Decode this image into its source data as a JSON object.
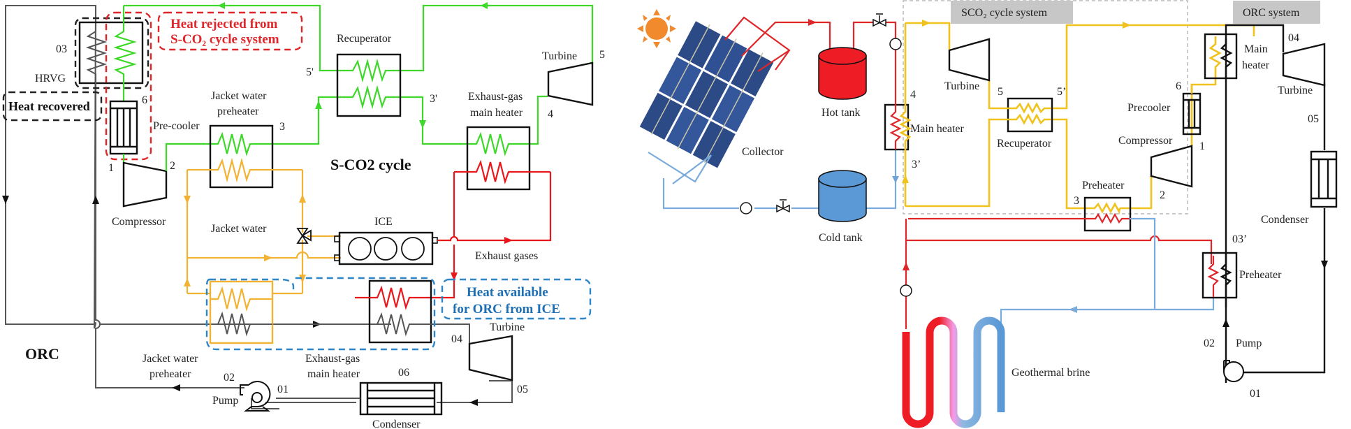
{
  "figure_left": {
    "title_cycle": "S-CO2 cycle",
    "title_orc": "ORC",
    "callouts": {
      "heat_rejected_line1": "Heat rejected from",
      "heat_rejected_line2": "S-CO₂ cycle system",
      "heat_recovered": "Heat recovered",
      "heat_available_line1": "Heat available",
      "heat_available_line2": "for ORC from ICE"
    },
    "components": {
      "hrvg": "HRVG",
      "recuperator": "Recuperator",
      "turbine": "Turbine",
      "jacket_water_preheater_line1": "Jacket water",
      "jacket_water_preheater_line2": "preheater",
      "pre_cooler": "Pre-cooler",
      "exhaust_main_heater_line1": "Exhaust-gas",
      "exhaust_main_heater_line2": "main heater",
      "compressor": "Compressor",
      "jacket_water": "Jacket water",
      "ice": "ICE",
      "exhaust_gases": "Exhaust gases",
      "orc_turbine": "Turbine",
      "orc_jacket_preheater_line1": "Jacket water",
      "orc_jacket_preheater_line2": "preheater",
      "orc_exhaust_heater_line1": "Exhaust-gas",
      "orc_exhaust_heater_line2": "main heater",
      "pump": "Pump",
      "condenser": "Condenser"
    },
    "state_points": {
      "p03": "03",
      "p6": "6",
      "p1": "1",
      "p2": "2",
      "p3": "3",
      "p5prime": "5'",
      "p3prime": "3'",
      "p4": "4",
      "p5": "5",
      "p04": "04",
      "p05": "05",
      "p06": "06",
      "p02": "02",
      "p01": "01"
    }
  },
  "figure_right": {
    "headers": {
      "sco2": "SCO₂ cycle system",
      "orc": "ORC system"
    },
    "components": {
      "collector": "Collector",
      "hot_tank": "Hot tank",
      "cold_tank": "Cold tank",
      "main_heater": "Main heater",
      "turbine": "Turbine",
      "recuperator": "Recuperator",
      "precooler": "Precooler",
      "compressor": "Compressor",
      "preheater": "Preheater",
      "orc_main_heater_line1": "Main",
      "orc_main_heater_line2": "heater",
      "orc_turbine": "Turbine",
      "orc_condenser": "Condenser",
      "orc_preheater": "Preheater",
      "pump": "Pump",
      "geothermal": "Geothermal brine"
    },
    "state_points": {
      "p4": "4",
      "p3prime": "3’",
      "p5": "5",
      "p5prime": "5’",
      "p6": "6",
      "p1": "1",
      "p2": "2",
      "p3": "3",
      "p04": "04",
      "p05": "05",
      "p03prime": "03’",
      "p02": "02",
      "p01": "01"
    }
  }
}
